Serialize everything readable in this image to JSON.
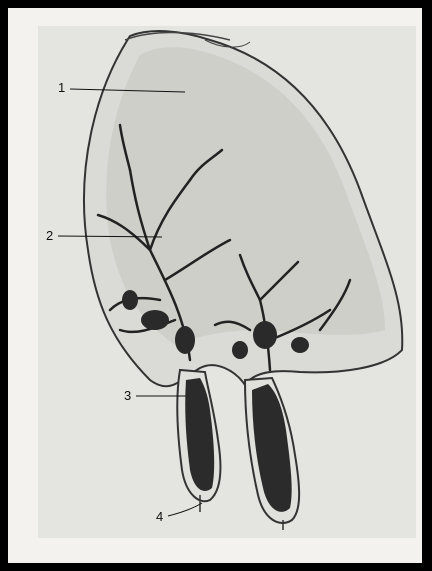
{
  "figure": {
    "labels": [
      {
        "id": "1",
        "text": "1"
      },
      {
        "id": "2",
        "text": "2"
      },
      {
        "id": "3",
        "text": "3"
      },
      {
        "id": "4",
        "text": "4"
      }
    ]
  },
  "colors": {
    "background": "#000000",
    "paper": "#f3f2ef",
    "plate": "#e4e4e1",
    "tissue": "#d8d8d4",
    "duct": "#2a2a2a"
  }
}
